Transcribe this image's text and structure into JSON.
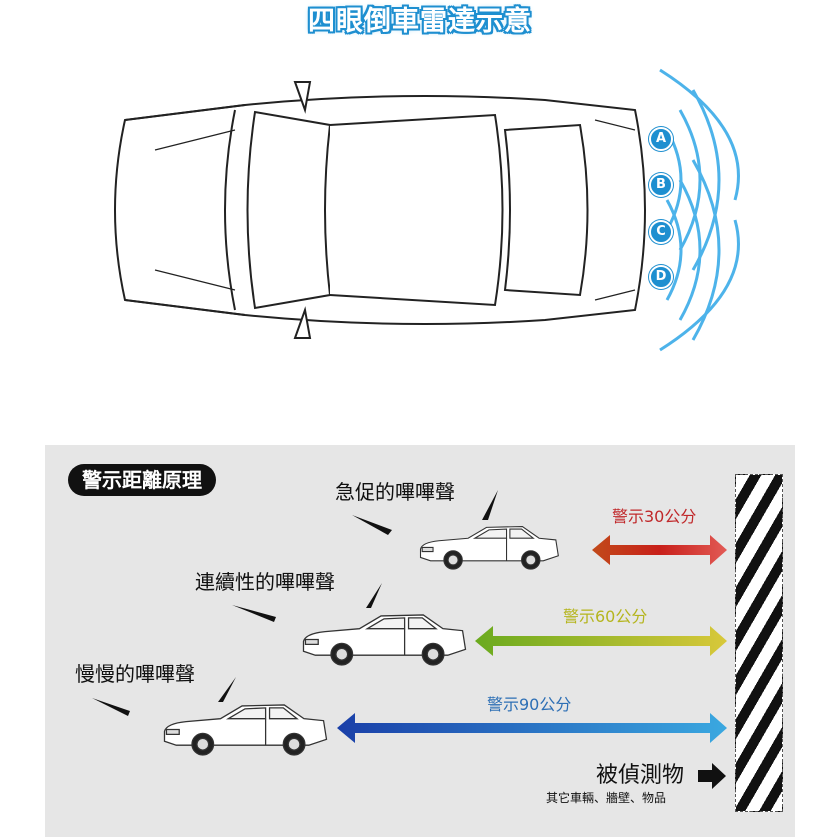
{
  "title": "四眼倒車雷達示意",
  "sensors": [
    "A",
    "B",
    "C",
    "D"
  ],
  "principle": {
    "badge": "警示距離原理",
    "levels": [
      {
        "beep": "急促的嗶嗶聲",
        "warning": "警示30公分",
        "color": "#c0282a"
      },
      {
        "beep": "連續性的嗶嗶聲",
        "warning": "警示60公分",
        "color": "#b5b51e"
      },
      {
        "beep": "慢慢的嗶嗶聲",
        "warning": "警示90公分",
        "color": "#2d6fb5"
      }
    ],
    "object_label": "被偵測物",
    "object_examples": "其它車輛、牆壁、物品"
  }
}
